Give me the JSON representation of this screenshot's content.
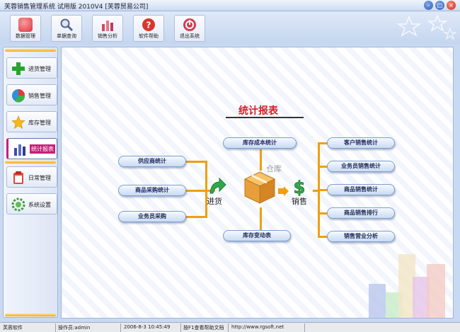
{
  "window": {
    "title": "芙蓉销售管理系统 试用版 2010V4 [芙蓉贸易公司]",
    "minimize_glyph": "–",
    "maximize_glyph": "□",
    "close_glyph": "×"
  },
  "toolbar": [
    {
      "label": "数据管理",
      "icon": "database-icon",
      "color": "#e8505b"
    },
    {
      "label": "单据查询",
      "icon": "search-icon",
      "color": "#6f7fa6"
    },
    {
      "label": "销售分析",
      "icon": "bar-chart-icon",
      "color": "#d04a62"
    },
    {
      "label": "软件帮助",
      "icon": "help-icon",
      "color": "#d8362d"
    },
    {
      "label": "退出系统",
      "icon": "exit-icon",
      "color": "#d53d52"
    }
  ],
  "sidebar": {
    "items": [
      {
        "label": "进货管理",
        "icon": "plus-icon"
      },
      {
        "label": "销售管理",
        "icon": "pie-icon"
      },
      {
        "label": "库存管理",
        "icon": "star-icon"
      },
      {
        "label": "统计报表",
        "icon": "bar-chart-icon",
        "active": true
      },
      {
        "label": "日常管理",
        "icon": "clipboard-icon"
      },
      {
        "label": "系统设置",
        "icon": "gear-icon"
      }
    ]
  },
  "diagram": {
    "title": "统计报表",
    "purchase_items": [
      "供应商统计",
      "商品采购统计",
      "业务员采购"
    ],
    "inventory_top": "库存成本统计",
    "inventory_bottom": "库存变动表",
    "sales_items": [
      "客户销售统计",
      "业务员销售统计",
      "商品销售统计",
      "商品销售排行",
      "销售营业分析"
    ],
    "purchase_label": "进货",
    "warehouse_label": "仓库",
    "sales_label": "销售"
  },
  "status": {
    "app": "芙蓉软件",
    "operator": "操作员:admin",
    "datetime": "2006-8-3 10:45:49",
    "help": "按F1查看帮助文档",
    "url": "http://www.rgsoft.net"
  },
  "colors": {
    "connector": "#ef9f0f",
    "heading": "#d2202a",
    "active_nav": "#c81f79"
  }
}
